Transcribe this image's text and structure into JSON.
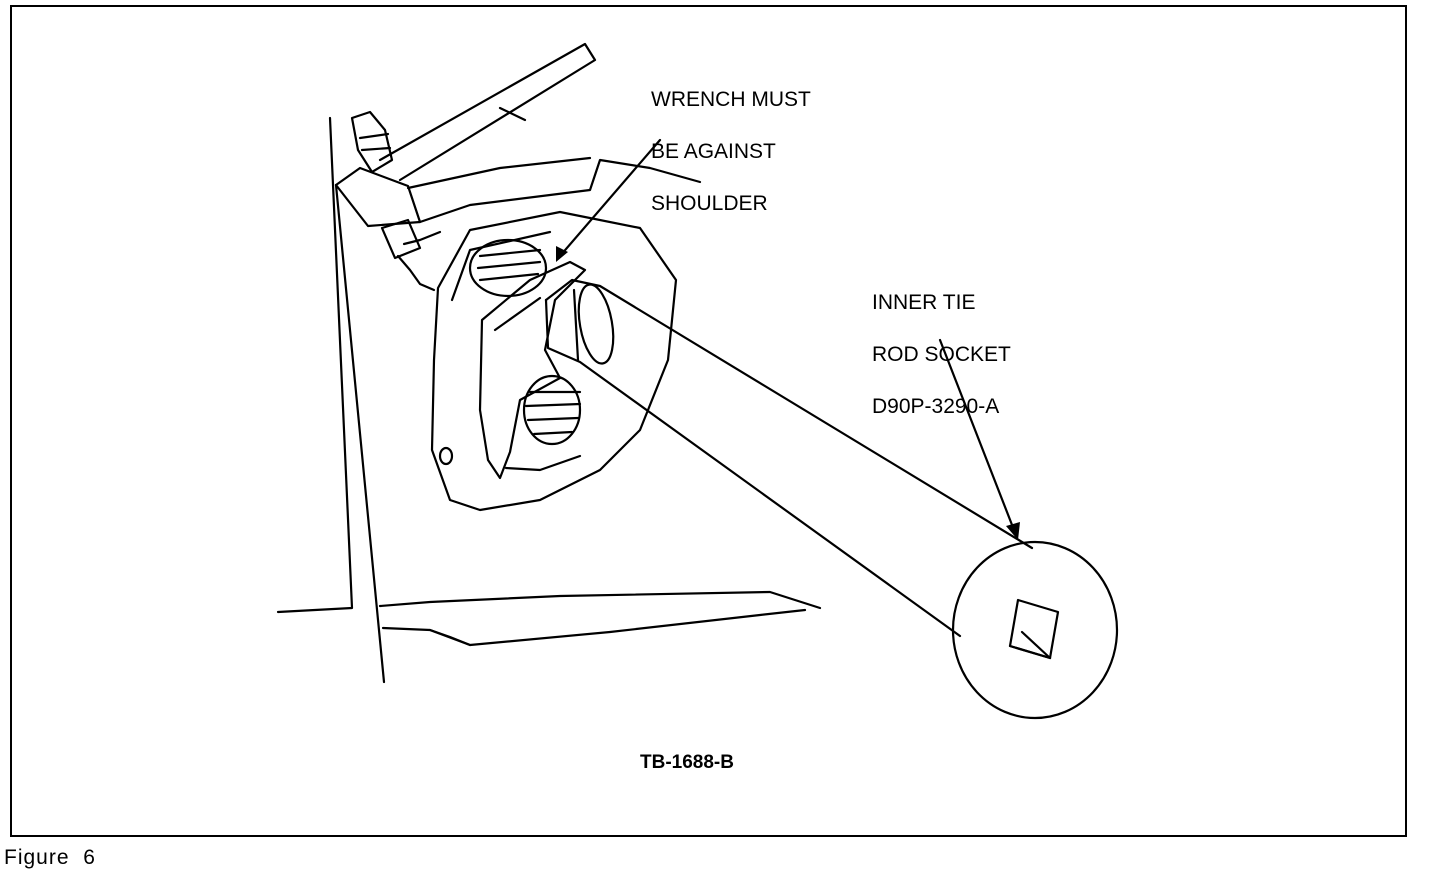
{
  "callouts": {
    "wrench": {
      "line1": "WRENCH MUST",
      "line2": "BE AGAINST",
      "line3": "SHOULDER"
    },
    "socket": {
      "line1": "INNER TIE",
      "line2": "ROD SOCKET",
      "line3": "D90P-3290-A"
    }
  },
  "drawing_code": "TB-1688-B",
  "figure_caption": "Figure  6"
}
